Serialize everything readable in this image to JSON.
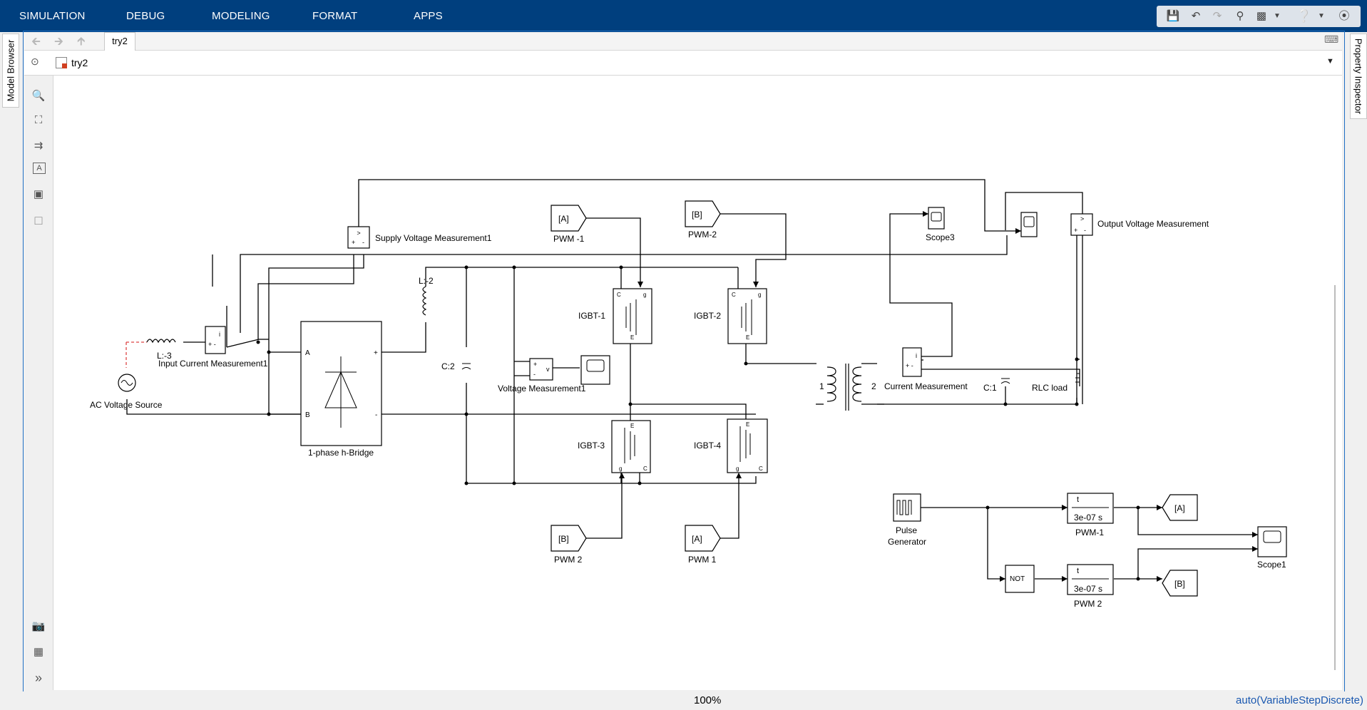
{
  "ribbon": {
    "tabs": [
      "SIMULATION",
      "DEBUG",
      "MODELING",
      "FORMAT",
      "APPS"
    ]
  },
  "side_panels": {
    "left": "Model Browser",
    "right": "Property Inspector"
  },
  "document": {
    "tab": "try2",
    "breadcrumb": "try2"
  },
  "diagram": {
    "labels": {
      "supply_vm": "Supply  Voltage Measurement1",
      "l3": "L:-3",
      "input_cm": "Input Current Measurement1",
      "ac_source": "AC Voltage Source",
      "hbridge": "1-phase h-Bridge",
      "l2": "L:-2",
      "c2": "C:2",
      "vm1": "Voltage Measurement1",
      "pwm_m1_tag": "[A]",
      "pwm_m1": "PWM -1",
      "pwm_m2_tag": "[B]",
      "pwm_m2": "PWM-2",
      "igbt1": "IGBT-1",
      "igbt2": "IGBT-2",
      "igbt3": "IGBT-3",
      "igbt4": "IGBT-4",
      "pwm2_tag": "[B]",
      "pwm2": "PWM 2",
      "pwm1_tag": "[A]",
      "pwm1": "PWM 1",
      "scope3": "Scope3",
      "output_vm": "Output Voltage Measurement",
      "xfmr1": "1",
      "xfmr2": "2",
      "cm": "Current Measurement",
      "c1": "C:1",
      "rlc": "RLC load",
      "pulse_gen": "Pulse",
      "pulse_gen2": "Generator",
      "t_a": "t",
      "delay_a": "3e-07 s",
      "pwm_1": "PWM-1",
      "t_b": "t",
      "delay_b": "3e-07 s",
      "pwm_2": "PWM  2",
      "not_gate": "NOT",
      "goto_a": "[A]",
      "goto_b": "[B]",
      "scope1": "Scope1",
      "port_a": "A",
      "port_b": "B",
      "port_plus": "+",
      "port_minus": "-",
      "port_v": "v",
      "port_i": "i",
      "c_pin": "C",
      "g_pin": "g",
      "e_pin": "E"
    }
  },
  "statusbar": {
    "zoom": "100%",
    "solver": "auto(VariableStepDiscrete)"
  }
}
